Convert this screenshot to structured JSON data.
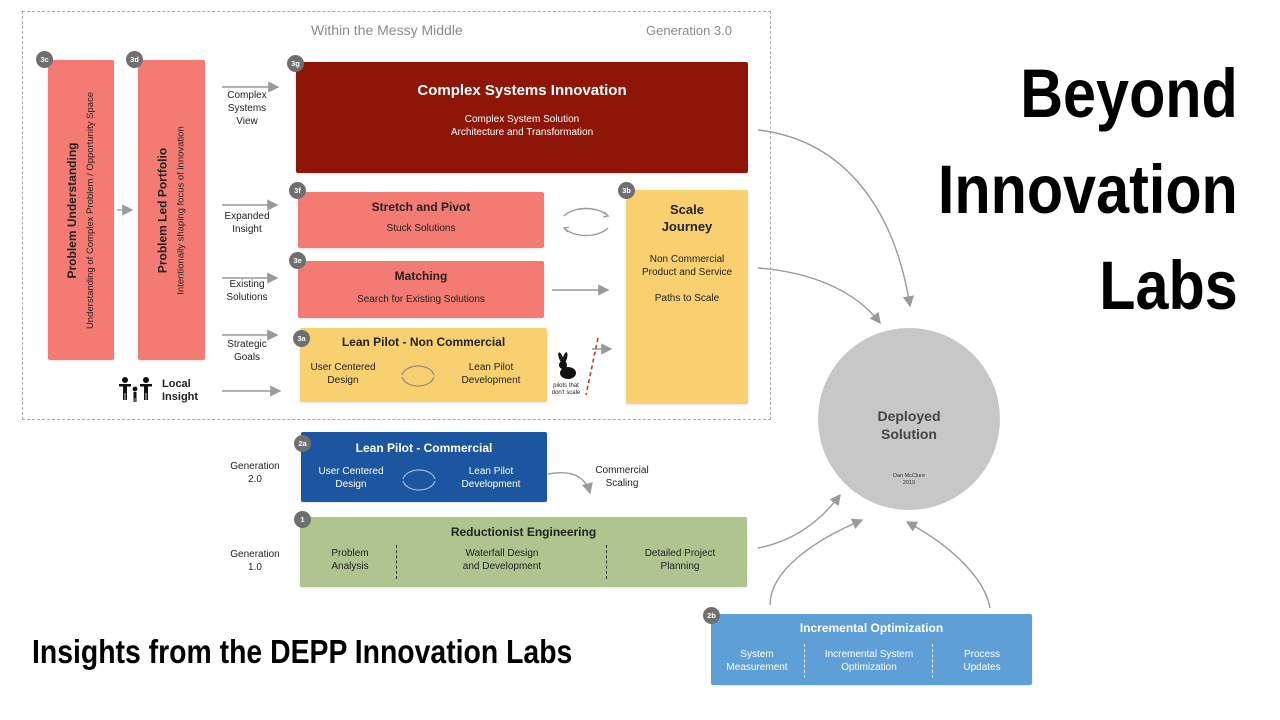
{
  "slide": {
    "title_lines": [
      "Beyond",
      "Innovation",
      "Labs"
    ],
    "subtitle": "Insights from the DEPP Innovation Labs"
  },
  "messy_middle": {
    "label": "Within the  Messy Middle",
    "generation": "Generation 3.0"
  },
  "side_labels": {
    "complex_systems_view": [
      "Complex",
      "Systems",
      "View"
    ],
    "expanded_insight": [
      "Expanded",
      "Insight"
    ],
    "existing_solutions": [
      "Existing",
      "Solutions"
    ],
    "strategic_goals": [
      "Strategic",
      "Goals"
    ],
    "local_insight": [
      "Local",
      "Insight"
    ],
    "generation_2": [
      "Generation",
      "2.0"
    ],
    "generation_1": [
      "Generation",
      "1.0"
    ],
    "commercial_scaling": [
      "Commercial",
      "Scaling"
    ]
  },
  "boxes": {
    "problem_understanding": {
      "badge": "3c",
      "title": "Problem Understanding",
      "subtitle": "Understanding of Complex Problem / Opportunity Space"
    },
    "problem_led_portfolio": {
      "badge": "3d",
      "title": "Problem Led Portfolio",
      "subtitle": "Intentionally shaping focus of  innovation"
    },
    "complex_systems": {
      "badge": "3g",
      "title": "Complex Systems Innovation",
      "lines": [
        "Complex System Solution",
        "Architecture and Transformation"
      ]
    },
    "stretch_pivot": {
      "badge": "3f",
      "title": "Stretch and Pivot",
      "sub": "Stuck Solutions"
    },
    "matching": {
      "badge": "3e",
      "title": "Matching",
      "sub": "Search for Existing Solutions"
    },
    "lean_pilot_nc": {
      "badge": "3a",
      "title": "Lean Pilot - Non Commercial",
      "left": [
        "User Centered",
        "Design"
      ],
      "right": [
        "Lean Pilot",
        "Development"
      ]
    },
    "pilots_note": [
      "pilots that",
      "don't scale"
    ],
    "scale_journey": {
      "badge": "3b",
      "title": [
        "Scale",
        "Journey"
      ],
      "lines": [
        "Non Commercial",
        "Product and Service"
      ],
      "paths": "Paths to Scale"
    },
    "lean_pilot_c": {
      "badge": "2a",
      "title": "Lean Pilot - Commercial",
      "left": [
        "User Centered",
        "Design"
      ],
      "right": [
        "Lean Pilot",
        "Development"
      ]
    },
    "reductionist": {
      "badge": "1",
      "title": "Reductionist Engineering",
      "cols": [
        [
          "Problem",
          "Analysis"
        ],
        [
          "Waterfall Design",
          "and Development"
        ],
        [
          "Detailed Project",
          "Planning"
        ]
      ]
    },
    "incremental": {
      "badge": "2b",
      "title": "Incremental Optimization",
      "cols": [
        [
          "System",
          "Measurement"
        ],
        [
          "Incremental System",
          "Optimization"
        ],
        [
          "Process",
          "Updates"
        ]
      ]
    },
    "deployed": {
      "title": [
        "Deployed",
        "Solution"
      ],
      "credit": [
        "Dan McClure",
        "2019"
      ]
    }
  },
  "colors": {
    "salmon": "#f47b73",
    "dark_red": "#8e1608",
    "orange": "#f9d070",
    "navy": "#1c56a0",
    "green": "#afc48f",
    "light_blue": "#5f9fd8",
    "gray_circle": "#c7c7c7"
  },
  "icons": [
    "people-icon",
    "rabbit-icon",
    "cycle-arrows-icon"
  ]
}
